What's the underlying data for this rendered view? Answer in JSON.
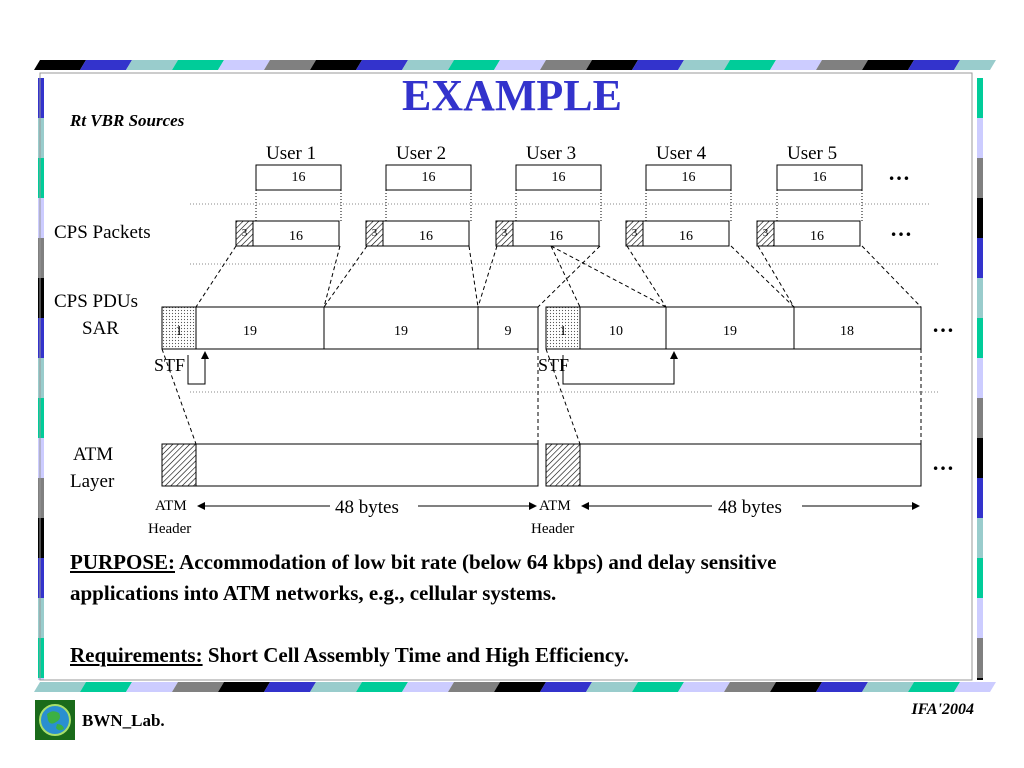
{
  "slide": {
    "title": "EXAMPLE",
    "subtitle": "Rt VBR Sources"
  },
  "users": [
    "User 1",
    "User 2",
    "User 3",
    "User 4",
    "User 5"
  ],
  "user_payload": [
    "16",
    "16",
    "16",
    "16",
    "16"
  ],
  "cps_packets": {
    "label": "CPS Packets",
    "header": "3",
    "payload": "16"
  },
  "cps_pdus": {
    "label_line1": "CPS PDUs",
    "label_line2": "SAR",
    "pdu1": [
      "1",
      "19",
      "19",
      "9"
    ],
    "pdu2": [
      "1",
      "10",
      "19",
      "18"
    ],
    "stf": "STF"
  },
  "atm": {
    "label_line1": "ATM",
    "label_line2": "Layer",
    "header_line1": "ATM",
    "header_line2": "Header",
    "bytes": "48 bytes"
  },
  "ellipsis": "…",
  "purpose": {
    "label": "PURPOSE:",
    "text1": "Accommodation of low bit rate (below 64 kbps) and delay sensitive",
    "text2": "applications into ATM networks, e.g., cellular systems."
  },
  "requirements": {
    "label": "Requirements:",
    "text": "Short Cell Assembly Time and High Efficiency."
  },
  "footer": {
    "lab": "BWN_Lab.",
    "conference": "IFA'2004"
  },
  "colors": {
    "title": "#3333cc",
    "stripe": [
      "#000000",
      "#3333cc",
      "#99cccc",
      "#00cc99",
      "#ccccff",
      "#808080"
    ]
  }
}
